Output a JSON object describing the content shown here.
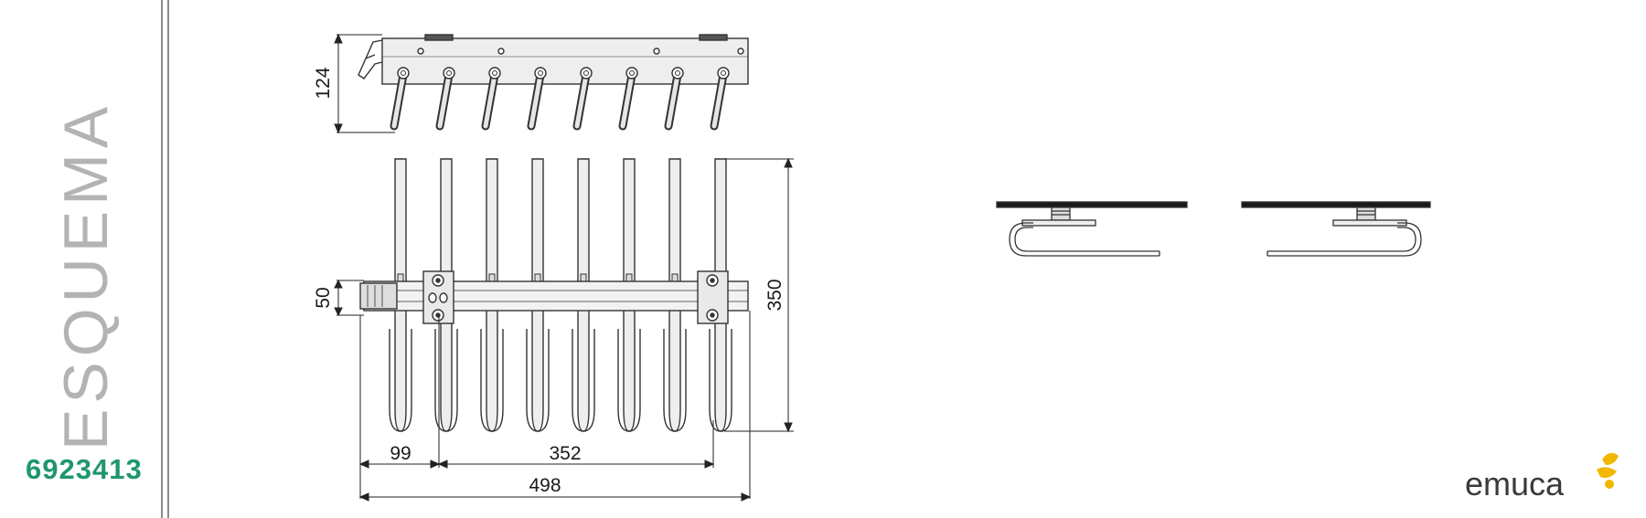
{
  "sidebar": {
    "title": "ESQUEMA",
    "product_code": "6923413"
  },
  "dimensions": {
    "top_height": "124",
    "rail_height": "50",
    "rack_length": "350",
    "offset": "99",
    "hook_span": "352",
    "overall_width": "498"
  },
  "brand": {
    "logo_text": "emuca",
    "accent_color": "#f2b800"
  },
  "colors": {
    "title_gray": "#b3b3b3",
    "code_green": "#1f9670",
    "line": "#333333",
    "metal_fill": "#e6e6e6"
  }
}
